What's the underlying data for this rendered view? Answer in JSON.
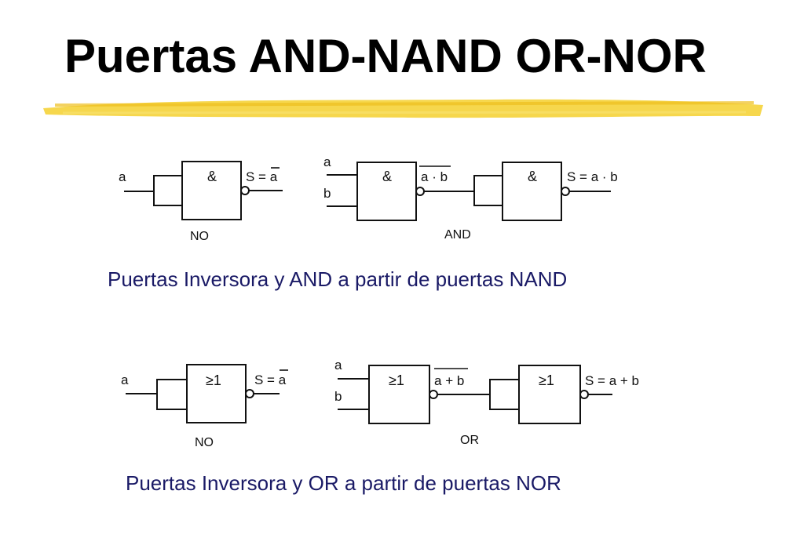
{
  "title": "Puertas AND-NAND OR-NOR",
  "colors": {
    "title": "#000000",
    "caption": "#1a1a66",
    "highlight": "#f5d33a",
    "line": "#111111"
  },
  "nand_section": {
    "gate_symbol": "&",
    "not_circuit": {
      "input": "a",
      "output_prefix": "S = ",
      "output_var": "a",
      "name": "NO"
    },
    "and_circuit": {
      "input_a": "a",
      "input_b": "b",
      "intermediate_left": "a",
      "intermediate_dot": "·",
      "intermediate_right": "b",
      "output": "S = a · b",
      "name": "AND"
    },
    "caption": "Puertas Inversora y AND a partir de puertas NAND"
  },
  "nor_section": {
    "gate_symbol": "≥1",
    "not_circuit": {
      "input": "a",
      "output_prefix": "S = ",
      "output_var": "a",
      "name": "NO"
    },
    "or_circuit": {
      "input_a": "a",
      "input_b": "b",
      "intermediate_left": "a",
      "intermediate_plus": "+",
      "intermediate_right": "b",
      "output": "S = a + b",
      "name": "OR"
    },
    "caption": "Puertas Inversora y OR a partir de puertas NOR"
  }
}
